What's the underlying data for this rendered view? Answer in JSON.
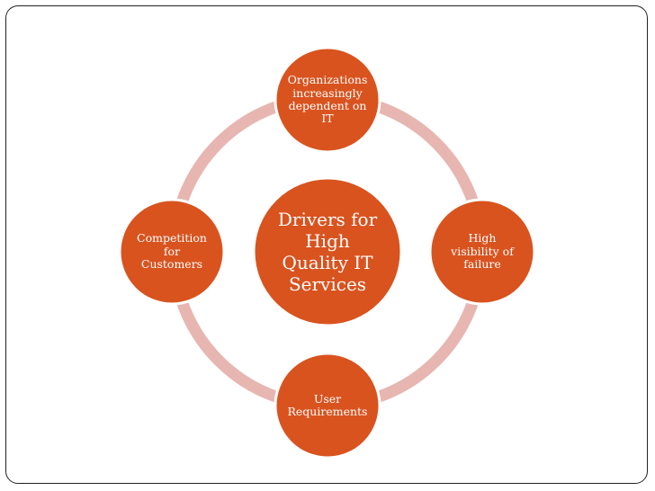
{
  "diagram": {
    "center": {
      "label": "Drivers for\nHigh\nQuality IT\nServices"
    },
    "nodes": {
      "top": {
        "label": "Organizations\nincreasingly\ndependent on\nIT"
      },
      "right": {
        "label": "High\nvisibility of\nfailure"
      },
      "bottom": {
        "label": "User\nRequirements"
      },
      "left": {
        "label": "Competition\nfor\nCustomers"
      }
    },
    "colors": {
      "node_fill": "#d9531f",
      "ring": "#e7b6b1",
      "border": "#222222"
    }
  }
}
